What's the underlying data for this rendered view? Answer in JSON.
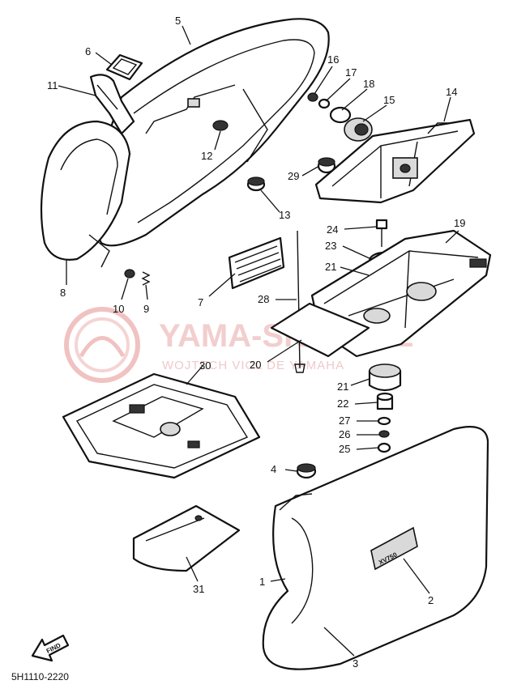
{
  "watermark": {
    "brand": "YAMA-SIGER.PL",
    "subtitle": "WOJTECH  VIOL  DE  YAMAHA"
  },
  "diagram_code": "5H1110-2220",
  "find_label": "FIND",
  "callouts": {
    "c1": "1",
    "c2": "2",
    "c3": "3",
    "c4": "4",
    "c5": "5",
    "c6": "6",
    "c7": "7",
    "c8": "8",
    "c9": "9",
    "c10": "10",
    "c11": "11",
    "c12": "12",
    "c13": "13",
    "c14": "14",
    "c15": "15",
    "c16": "16",
    "c17": "17",
    "c18": "18",
    "c19": "19",
    "c20": "20",
    "c21a": "21",
    "c21b": "21",
    "c22": "22",
    "c23": "23",
    "c24": "24",
    "c25": "25",
    "c26": "26",
    "c27": "27",
    "c28": "28",
    "c29": "29",
    "c30": "30",
    "c31": "31"
  },
  "badge_text": "XV750"
}
